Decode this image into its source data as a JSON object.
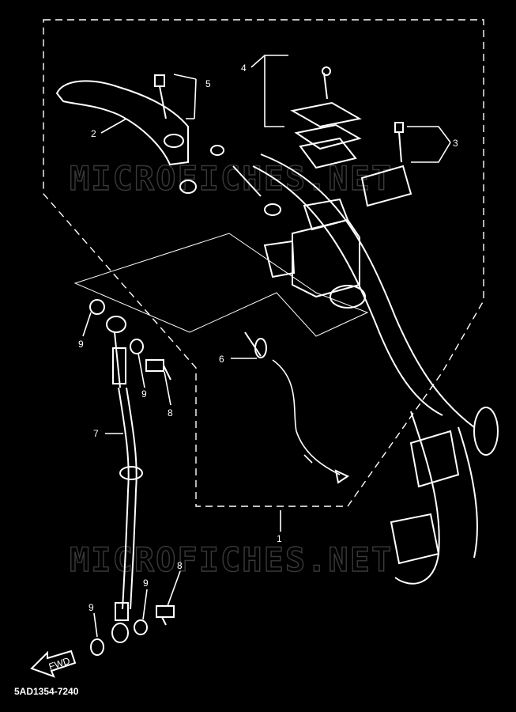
{
  "diagram": {
    "watermark": "MICROFICHES.NET",
    "diagram_code": "5AD1354-7240",
    "fwd_arrow_text": "FWD",
    "callouts": [
      {
        "id": "master-cylinder",
        "label": "1"
      },
      {
        "id": "brake-lever",
        "label": "2"
      },
      {
        "id": "holder-bolts",
        "label": "3"
      },
      {
        "id": "reservoir-cap",
        "label": "4"
      },
      {
        "id": "lever-bolt",
        "label": "5"
      },
      {
        "id": "brake-switch",
        "label": "6"
      },
      {
        "id": "brake-hose",
        "label": "7"
      },
      {
        "id": "union-bolt-upper",
        "label": "8"
      },
      {
        "id": "union-bolt-lower",
        "label": "8"
      },
      {
        "id": "gasket-a",
        "label": "9"
      },
      {
        "id": "gasket-b",
        "label": "9"
      },
      {
        "id": "gasket-c",
        "label": "9"
      },
      {
        "id": "gasket-d",
        "label": "9"
      }
    ]
  }
}
